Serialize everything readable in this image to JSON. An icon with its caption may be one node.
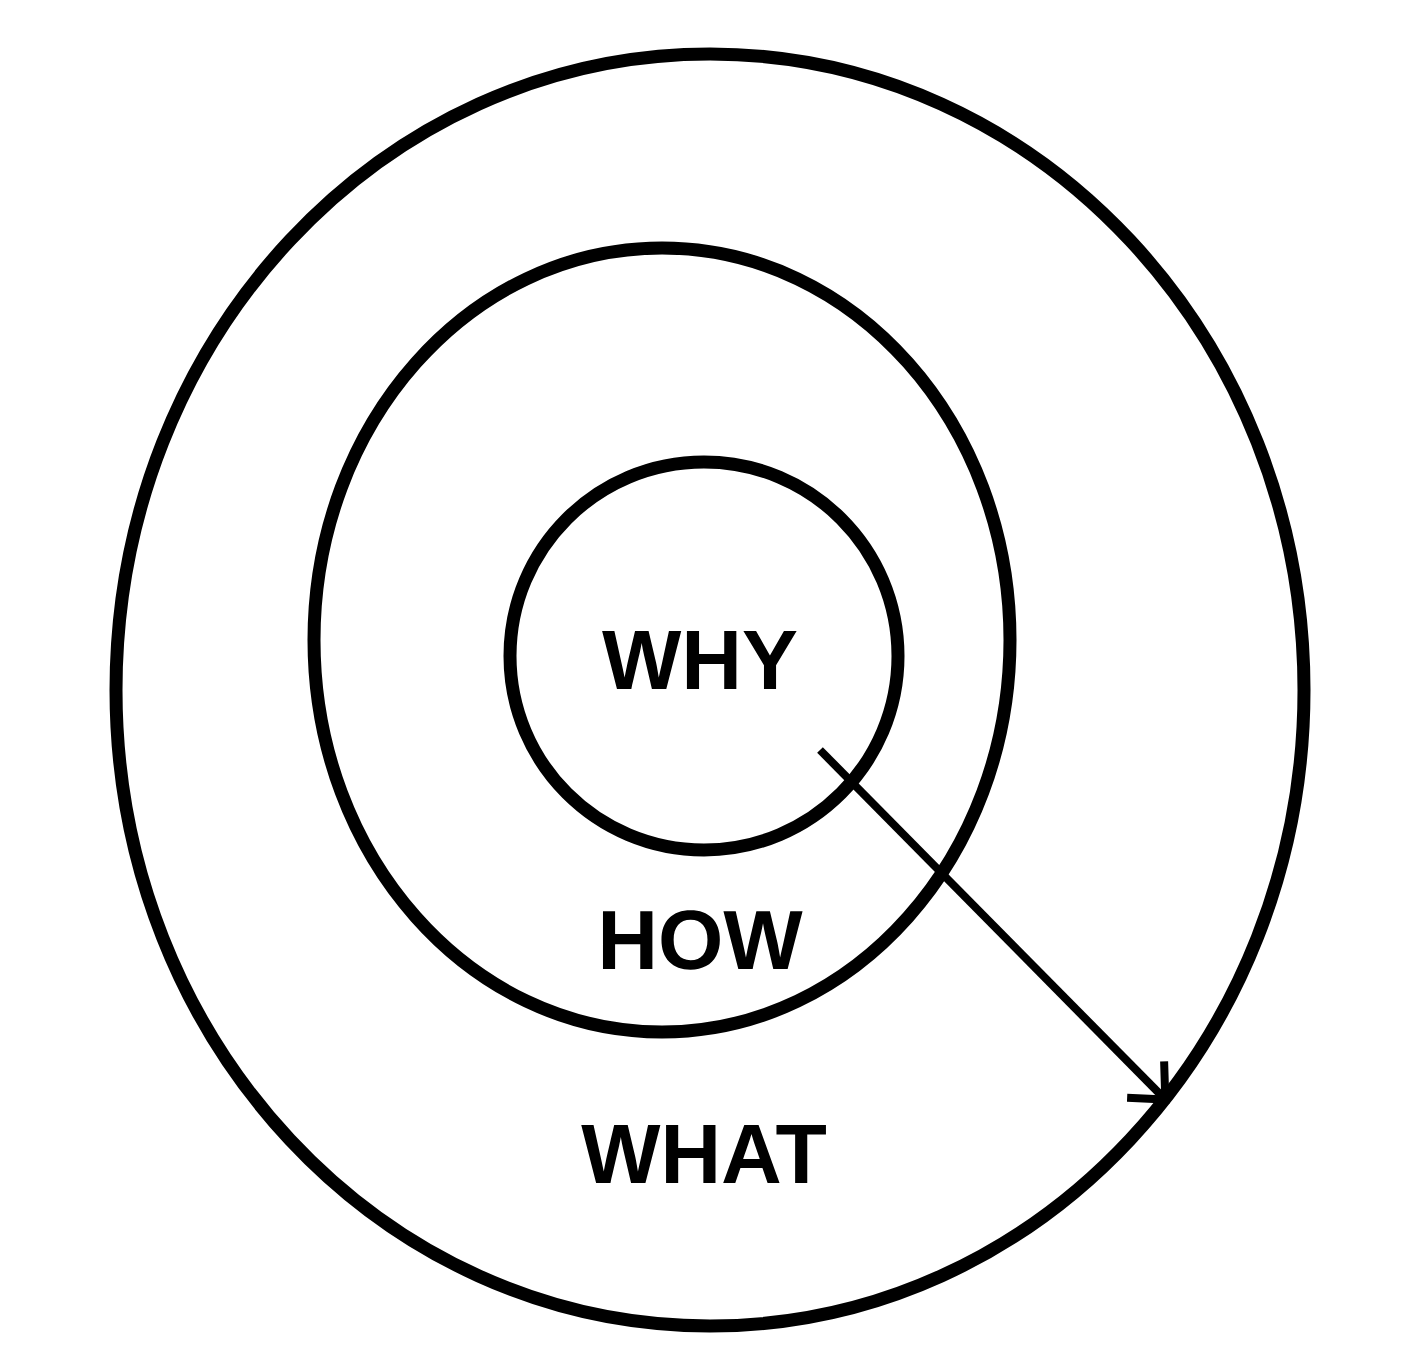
{
  "diagram": {
    "nodes": [
      {
        "text": [
          "WHAT"
        ]
      },
      {
        "text": [
          "HOW"
        ],
        "in": 0
      },
      {
        "text": [
          "WHY"
        ],
        "in": 1
      }
    ],
    "edges": [
      {
        "from": 2,
        "to": 0,
        "arrow": "to"
      }
    ]
  }
}
